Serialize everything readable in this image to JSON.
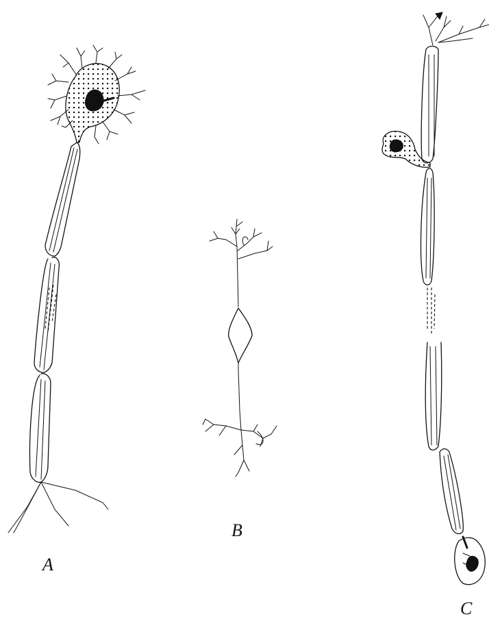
{
  "figure": {
    "neurons": [
      {
        "id": "multipolar",
        "label": "A"
      },
      {
        "id": "bipolar",
        "label": "B"
      },
      {
        "id": "unipolar",
        "label": "C"
      }
    ]
  },
  "colors": {
    "ink": "#111111",
    "background": "#ffffff"
  }
}
